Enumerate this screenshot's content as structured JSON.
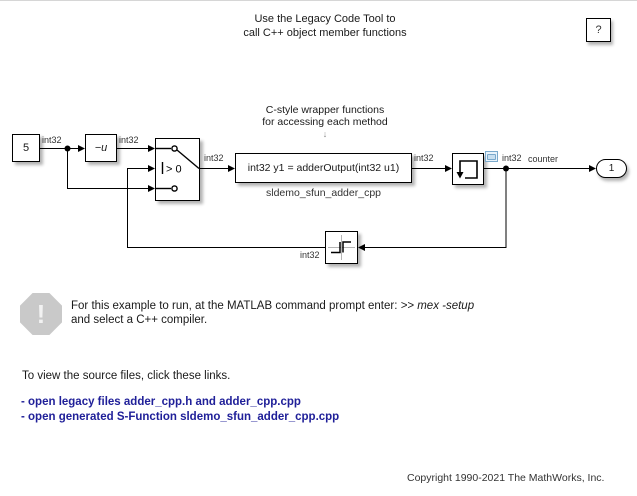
{
  "page": {
    "title_line1": "Use the Legacy Code Tool to",
    "title_line2": "call C++ object member functions",
    "help_button_label": "?",
    "copyright": "Copyright 1990-2021 The MathWorks, Inc."
  },
  "diagram": {
    "annotation": {
      "line1": "C-style wrapper functions",
      "line2": "for accessing each method",
      "arrow": "↓"
    },
    "blocks": {
      "constant": {
        "value": "5"
      },
      "gain": {
        "label": "−u"
      },
      "switch": {
        "criteria": "> 0"
      },
      "sfunction": {
        "label": "int32 y1 = adderOutput(int32 u1)",
        "name": "sldemo_sfun_adder_cpp"
      },
      "outport": {
        "value": "1"
      }
    },
    "signal_labels": {
      "after_constant": "int32",
      "after_gain": "int32",
      "after_switch": "int32",
      "after_sfunction": "int32",
      "after_loop_block": "int32",
      "counter": "counter",
      "feedback": "int32"
    }
  },
  "note": {
    "icon": "!",
    "line1_prefix": "For this example to run, at the MATLAB command prompt enter: ",
    "line1_command": ">> mex -setup",
    "line2": "and select a C++ compiler."
  },
  "links": {
    "intro": "To view the source files, click these links.",
    "items": [
      "- open legacy files adder_cpp.h and adder_cpp.cpp",
      "- open generated S-Function sldemo_sfun_adder_cpp.cpp"
    ]
  },
  "colors": {
    "link": "#202099",
    "note_icon_bg": "#c9c9c9",
    "badge_border": "#7aa9cc",
    "badge_bg": "#e9f3fb",
    "badge_inner": "#c8dff0"
  }
}
